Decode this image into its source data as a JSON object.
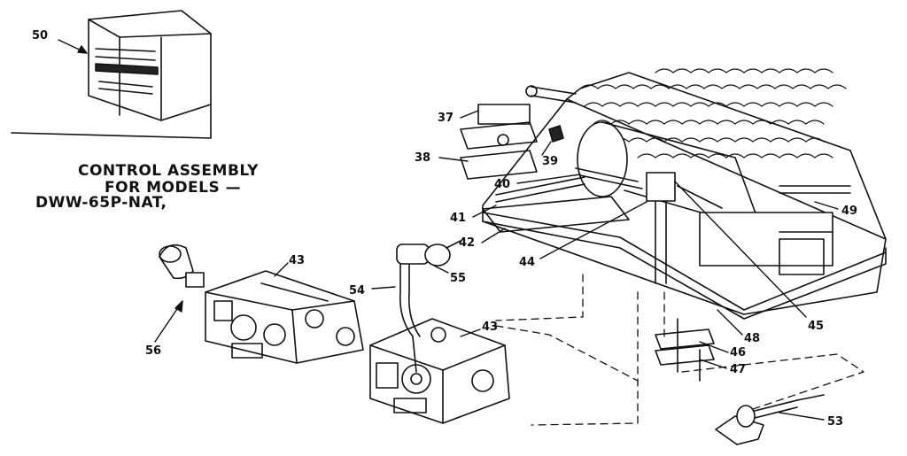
{
  "title_lines": [
    "CONTROL ASSEMBLY",
    "FOR MODELS —",
    "DWW-65P-NAT,"
  ],
  "callouts": {
    "c50": "50",
    "c37": "37",
    "c38": "38",
    "c39": "39",
    "c40": "40",
    "c41": "41",
    "c42": "42",
    "c43a": "43",
    "c43b": "43",
    "c44": "44",
    "c45": "45",
    "c46": "46",
    "c47": "47",
    "c48": "48",
    "c49": "49",
    "c53": "53",
    "c54": "54",
    "c55": "55",
    "c56": "56"
  }
}
